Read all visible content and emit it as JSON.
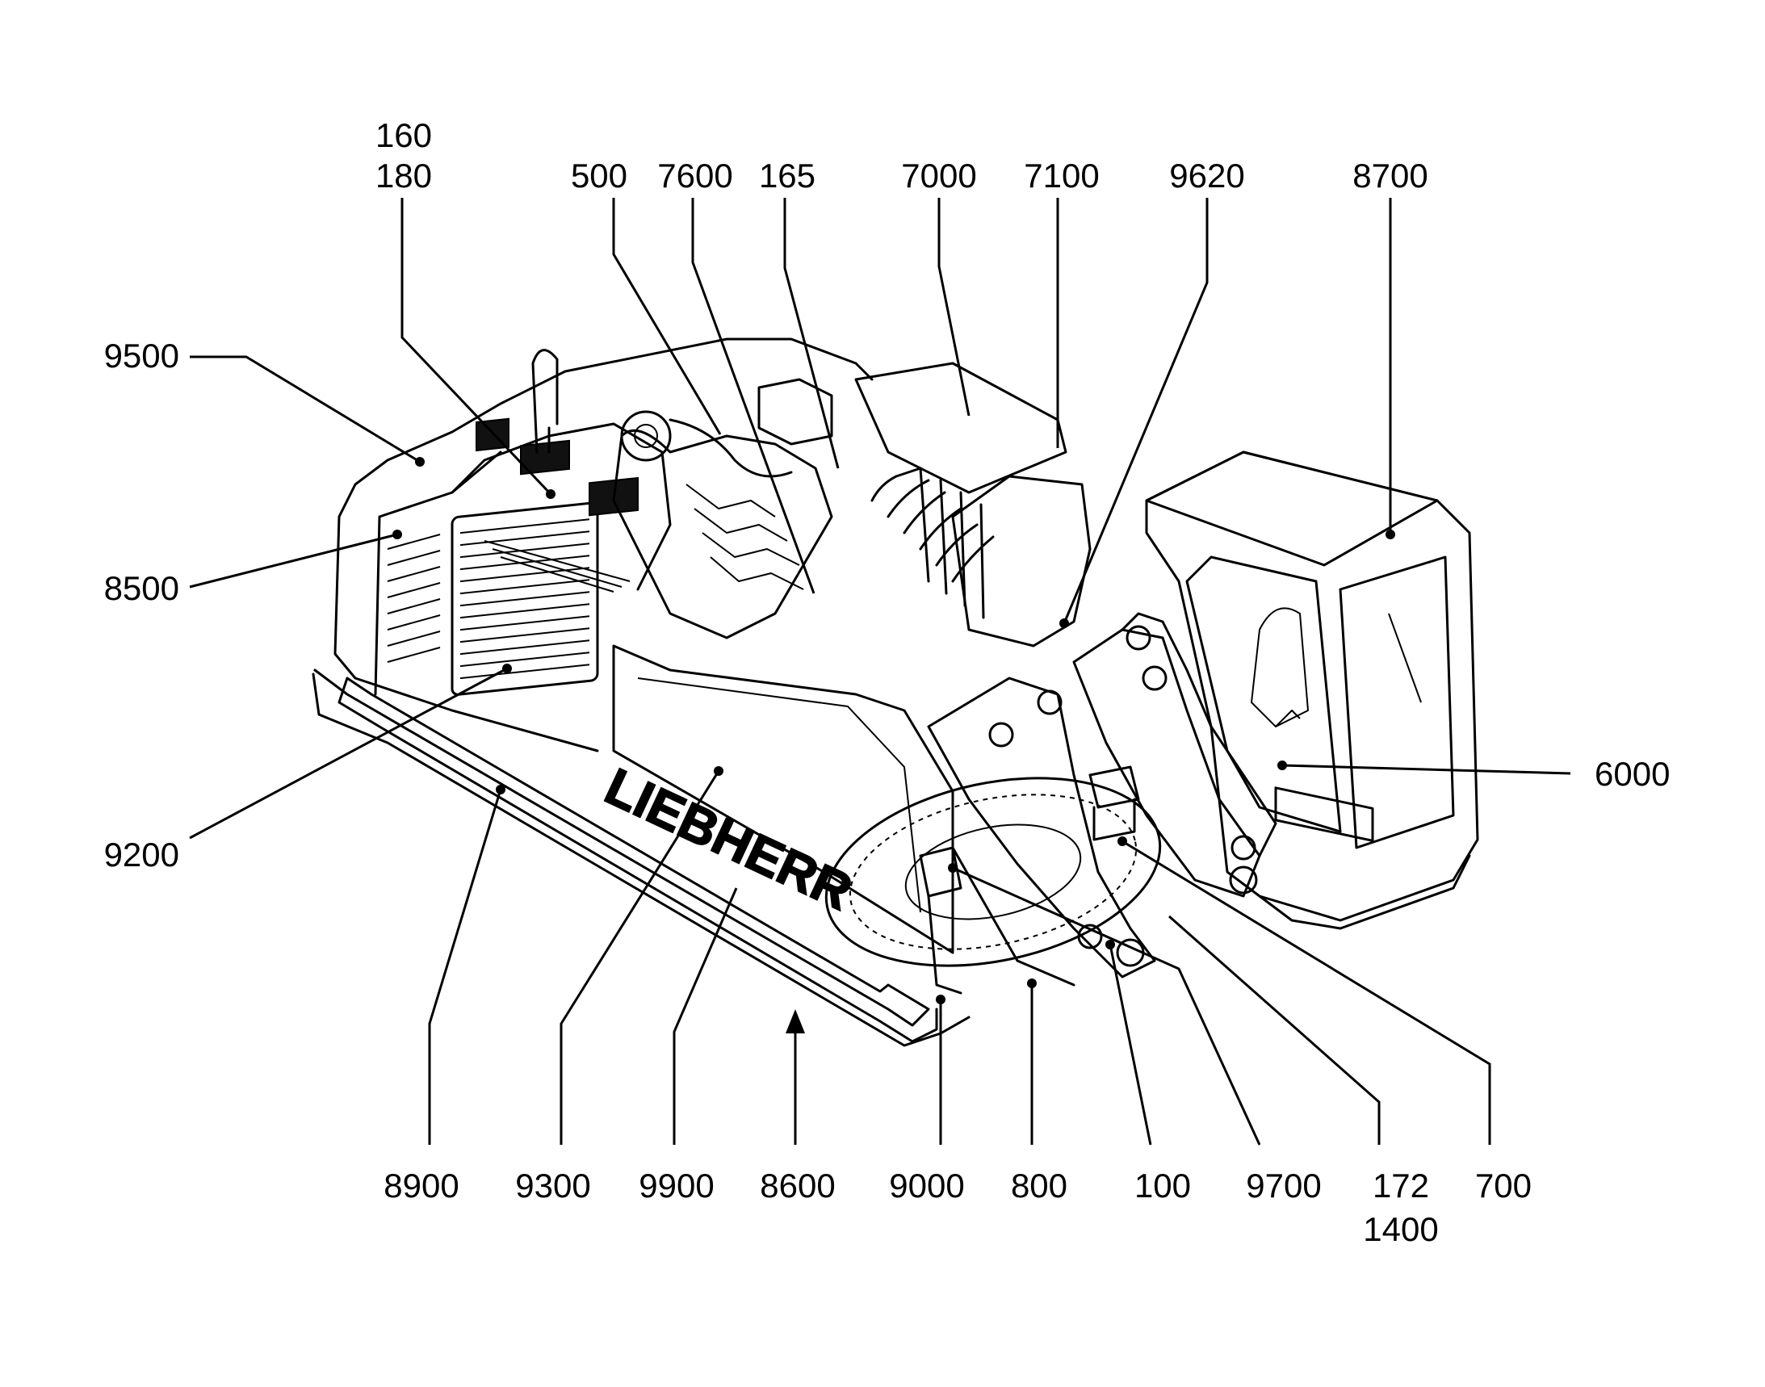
{
  "brand": "LIEBHERR",
  "callouts": {
    "c9500": "9500",
    "c8500": "8500",
    "c9200": "9200",
    "c160": "160",
    "c180": "180",
    "c500": "500",
    "c7600": "7600",
    "c165": "165",
    "c7000": "7000",
    "c7100": "7100",
    "c9620": "9620",
    "c8700": "8700",
    "c6000": "6000",
    "c8900": "8900",
    "c9300": "9300",
    "c9900": "9900",
    "c8600": "8600",
    "c9000": "9000",
    "c800": "800",
    "c100": "100",
    "c9700": "9700",
    "c172": "172",
    "c1400": "1400",
    "c700": "700"
  }
}
